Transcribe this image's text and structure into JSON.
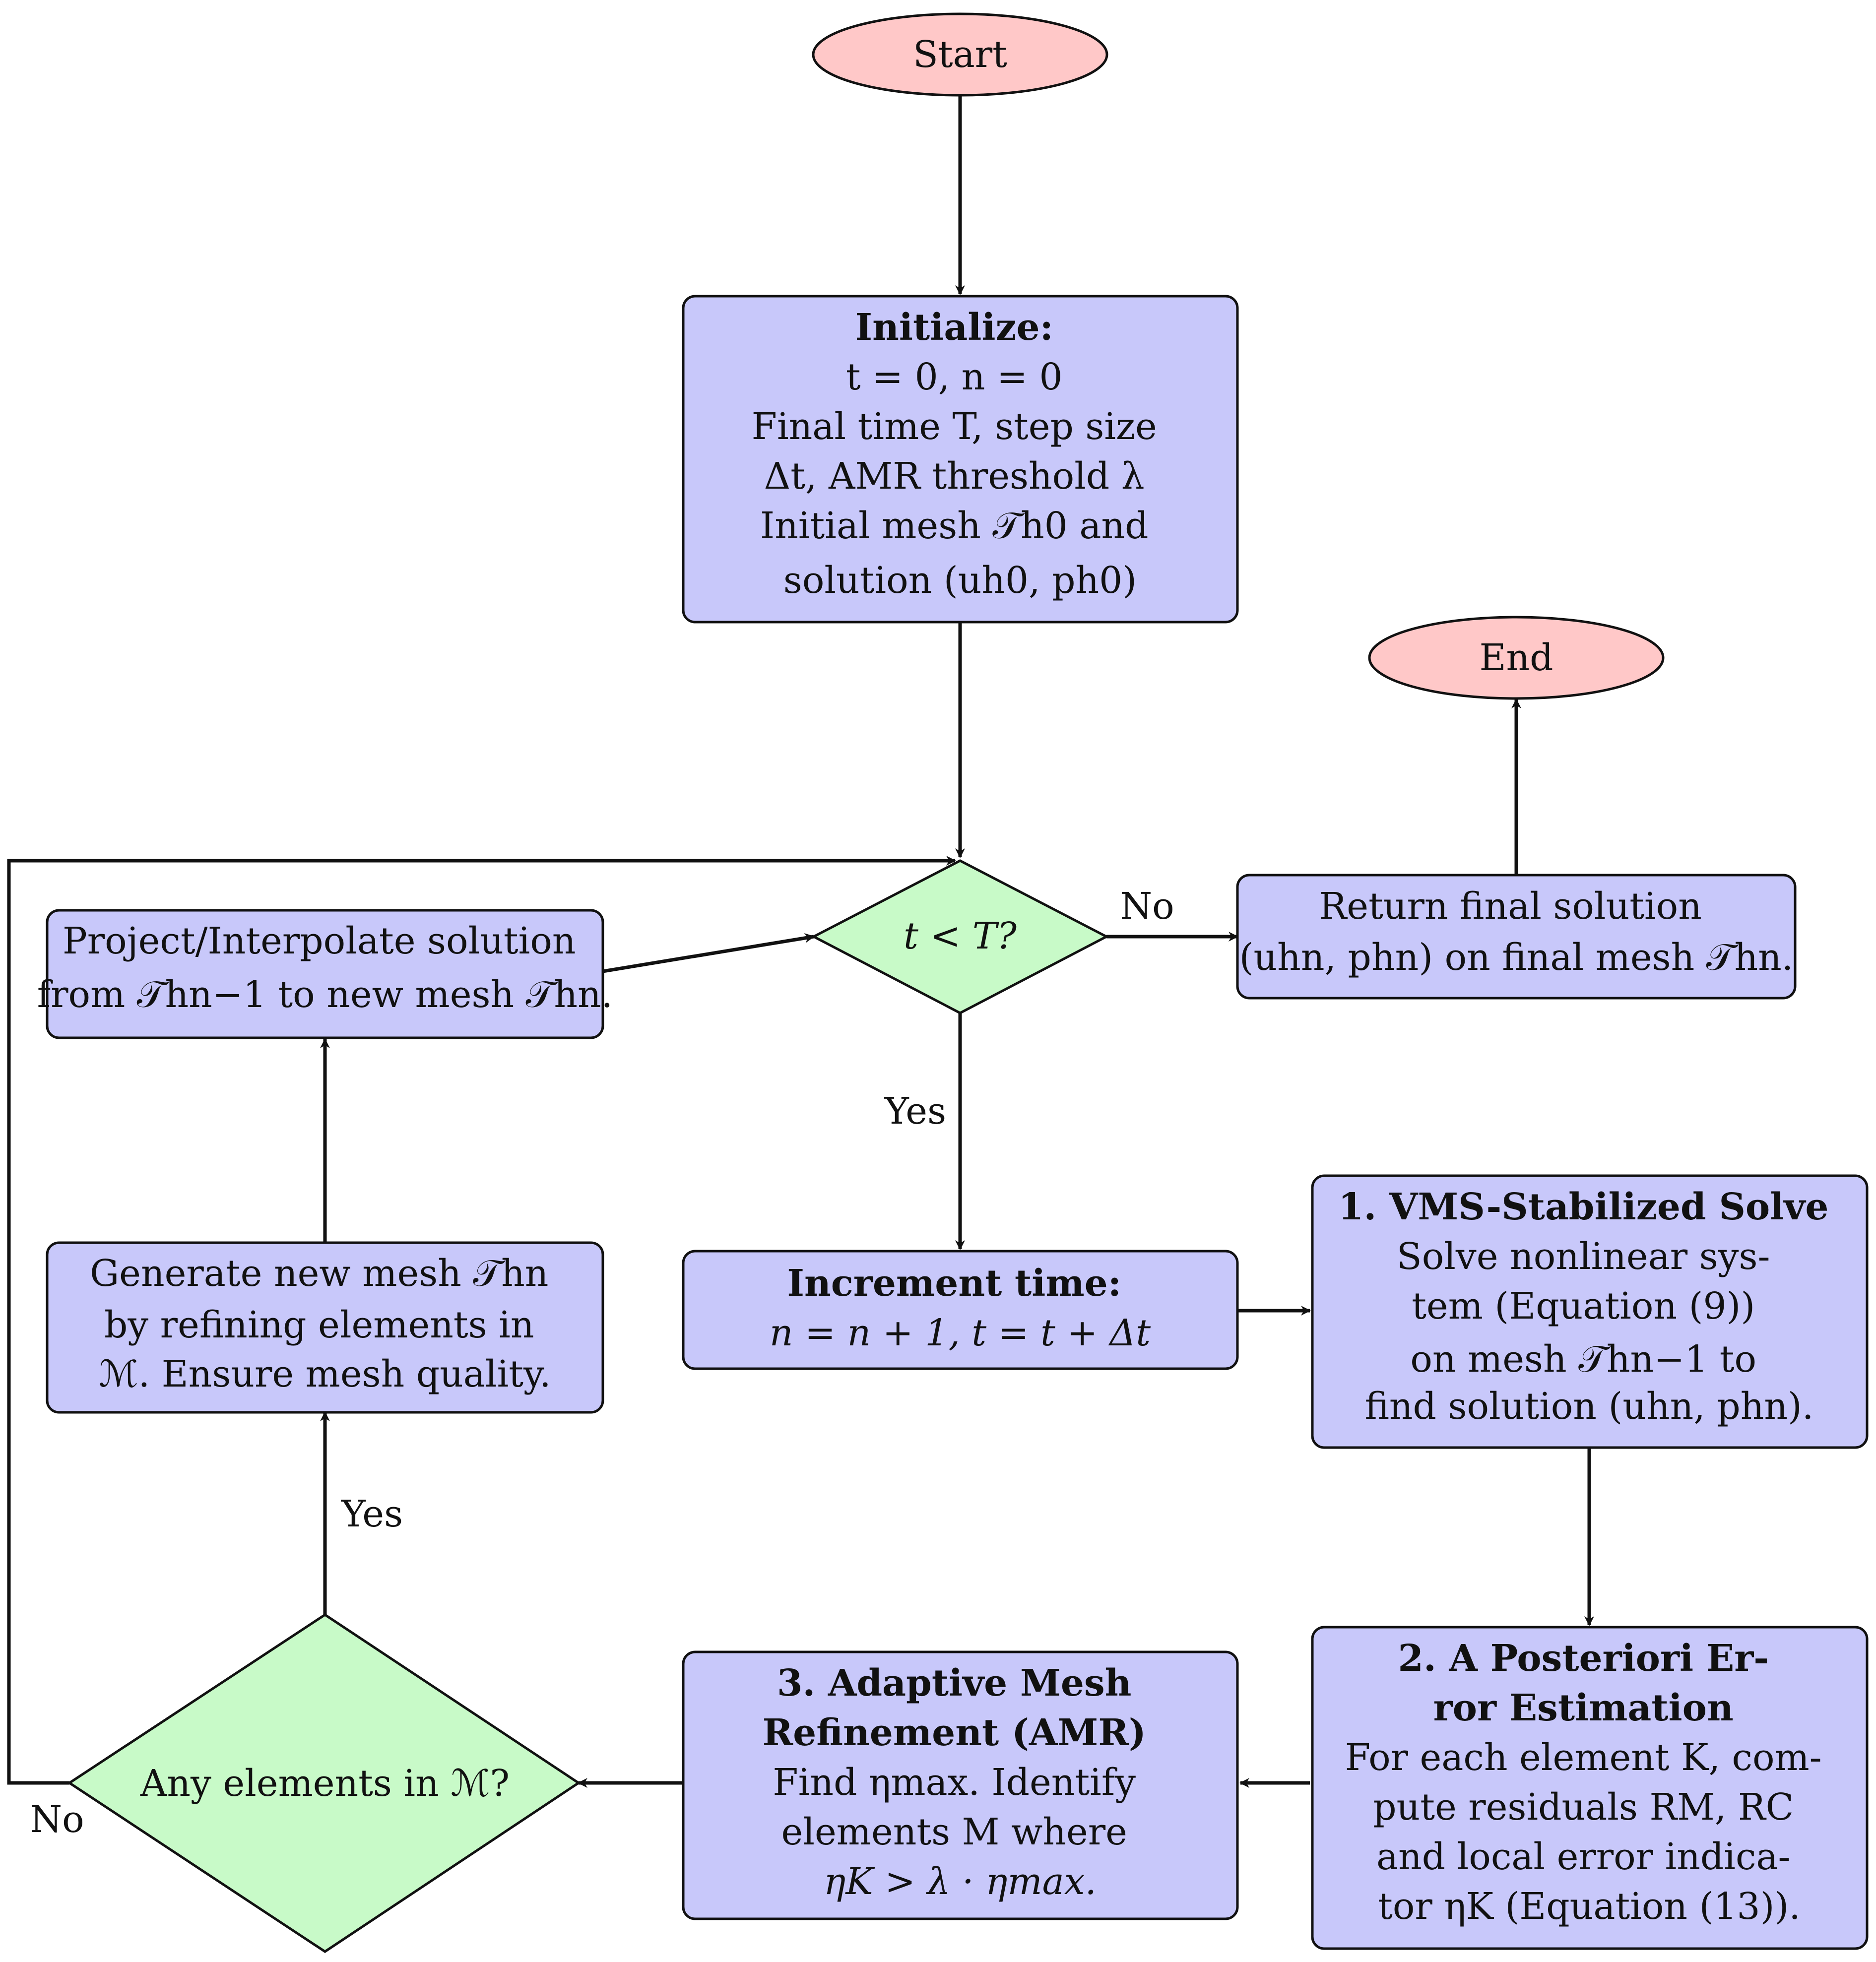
{
  "colors": {
    "terminal_fill": "#ffc8c8",
    "process_fill": "#c8c8fa",
    "decision_fill": "#c8fac8",
    "stroke": "#111111",
    "ref_link": "#1f77b4"
  },
  "nodes": {
    "start": {
      "label": "Start"
    },
    "end": {
      "label": "End"
    },
    "initialize": {
      "title": "Initialize:",
      "lines": [
        "t = 0, n = 0",
        "Final time T, step size",
        "Δt, AMR threshold λ",
        "Initial mesh 𝒯h0 and",
        "solution (uh0, ph0)"
      ]
    },
    "decision_time": {
      "label": "t < T?"
    },
    "return_solution": {
      "lines": [
        "Return final solution",
        "(uhn, phn) on final mesh 𝒯hn."
      ]
    },
    "project": {
      "lines": [
        "Project/Interpolate solution",
        "from 𝒯hn−1 to new mesh 𝒯hn."
      ]
    },
    "increment": {
      "title": "Increment time:",
      "lines": [
        "n = n + 1, t = t + Δt"
      ]
    },
    "solve": {
      "title": "1. VMS-Stabilized Solve",
      "lines": [
        "Solve nonlinear sys-",
        "tem (Equation (9))",
        "on mesh 𝒯hn−1 to",
        "find solution (uhn, phn)."
      ]
    },
    "generate": {
      "lines": [
        "Generate new mesh 𝒯hn",
        "by refining elements in",
        "ℳ. Ensure mesh quality."
      ]
    },
    "error_estimation": {
      "title_lines": [
        "2. A Posteriori Er-",
        "ror Estimation"
      ],
      "lines": [
        "For each element K, com-",
        "pute residuals RM, RC",
        "and local error indica-",
        "tor ηK (Equation (13))."
      ]
    },
    "amr": {
      "title_lines": [
        "3. Adaptive Mesh",
        "Refinement (AMR)"
      ],
      "lines": [
        "Find ηmax. Identify",
        "elements M where",
        "ηK > λ · ηmax."
      ]
    },
    "decision_elements": {
      "label": "Any elements in ℳ?"
    }
  },
  "edge_labels": {
    "no_right": "No",
    "yes_down": "Yes",
    "yes_up": "Yes",
    "no_left": "No"
  }
}
